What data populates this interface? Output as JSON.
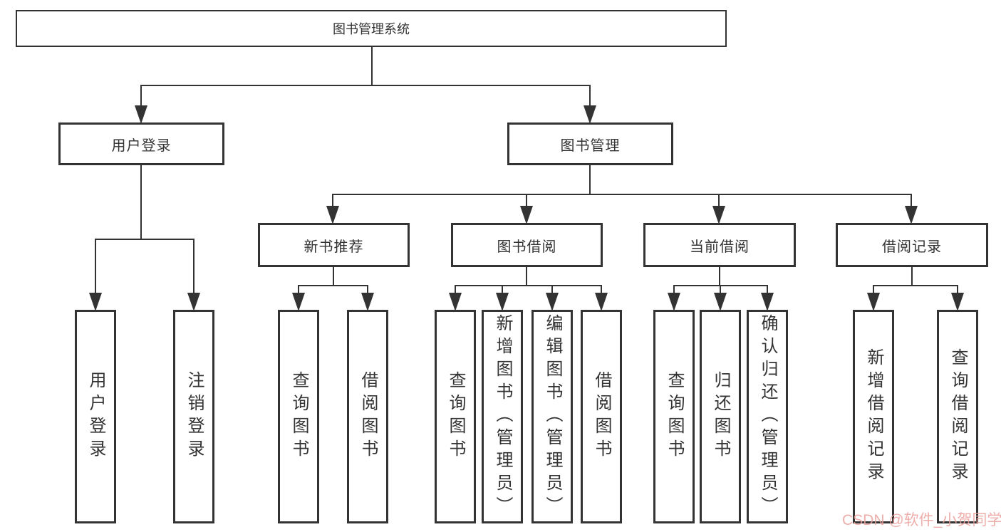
{
  "watermark": "CSDN @软件_小贺同学",
  "colors": {
    "line": "#333333",
    "text": "#333333",
    "background": "#ffffff",
    "watermark_pink": "#eba09b"
  },
  "tree": {
    "label": "图书管理系统",
    "children": [
      {
        "label": "用户登录",
        "children": [
          {
            "label": "用户登录"
          },
          {
            "label": "注销登录"
          }
        ]
      },
      {
        "label": "图书管理",
        "children": [
          {
            "label": "新书推荐",
            "children": [
              {
                "label": "查询图书"
              },
              {
                "label": "借阅图书"
              }
            ]
          },
          {
            "label": "图书借阅",
            "children": [
              {
                "label": "查询图书"
              },
              {
                "label": "新增图书（管理员）"
              },
              {
                "label": "编辑图书（管理员）"
              },
              {
                "label": "借阅图书"
              }
            ]
          },
          {
            "label": "当前借阅",
            "children": [
              {
                "label": "查询图书"
              },
              {
                "label": "归还图书"
              },
              {
                "label": "确认归还（管理员）"
              }
            ]
          },
          {
            "label": "借阅记录",
            "children": [
              {
                "label": "新增借阅记录"
              },
              {
                "label": "查询借阅记录"
              }
            ]
          }
        ]
      }
    ]
  }
}
